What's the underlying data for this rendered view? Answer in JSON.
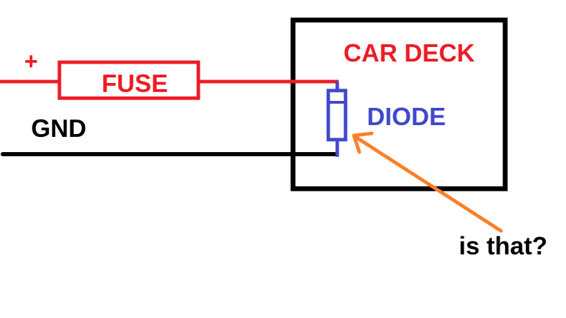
{
  "labels": {
    "plus": "+",
    "fuse": "FUSE",
    "gnd": "GND",
    "car_deck": "CAR DECK",
    "diode": "DIODE",
    "question": "is that?"
  },
  "colors": {
    "positive_wire": "#ed1c24",
    "ground_wire": "#000000",
    "diode": "#3f48cc",
    "arrow": "#ff7f27",
    "box": "#000000"
  }
}
